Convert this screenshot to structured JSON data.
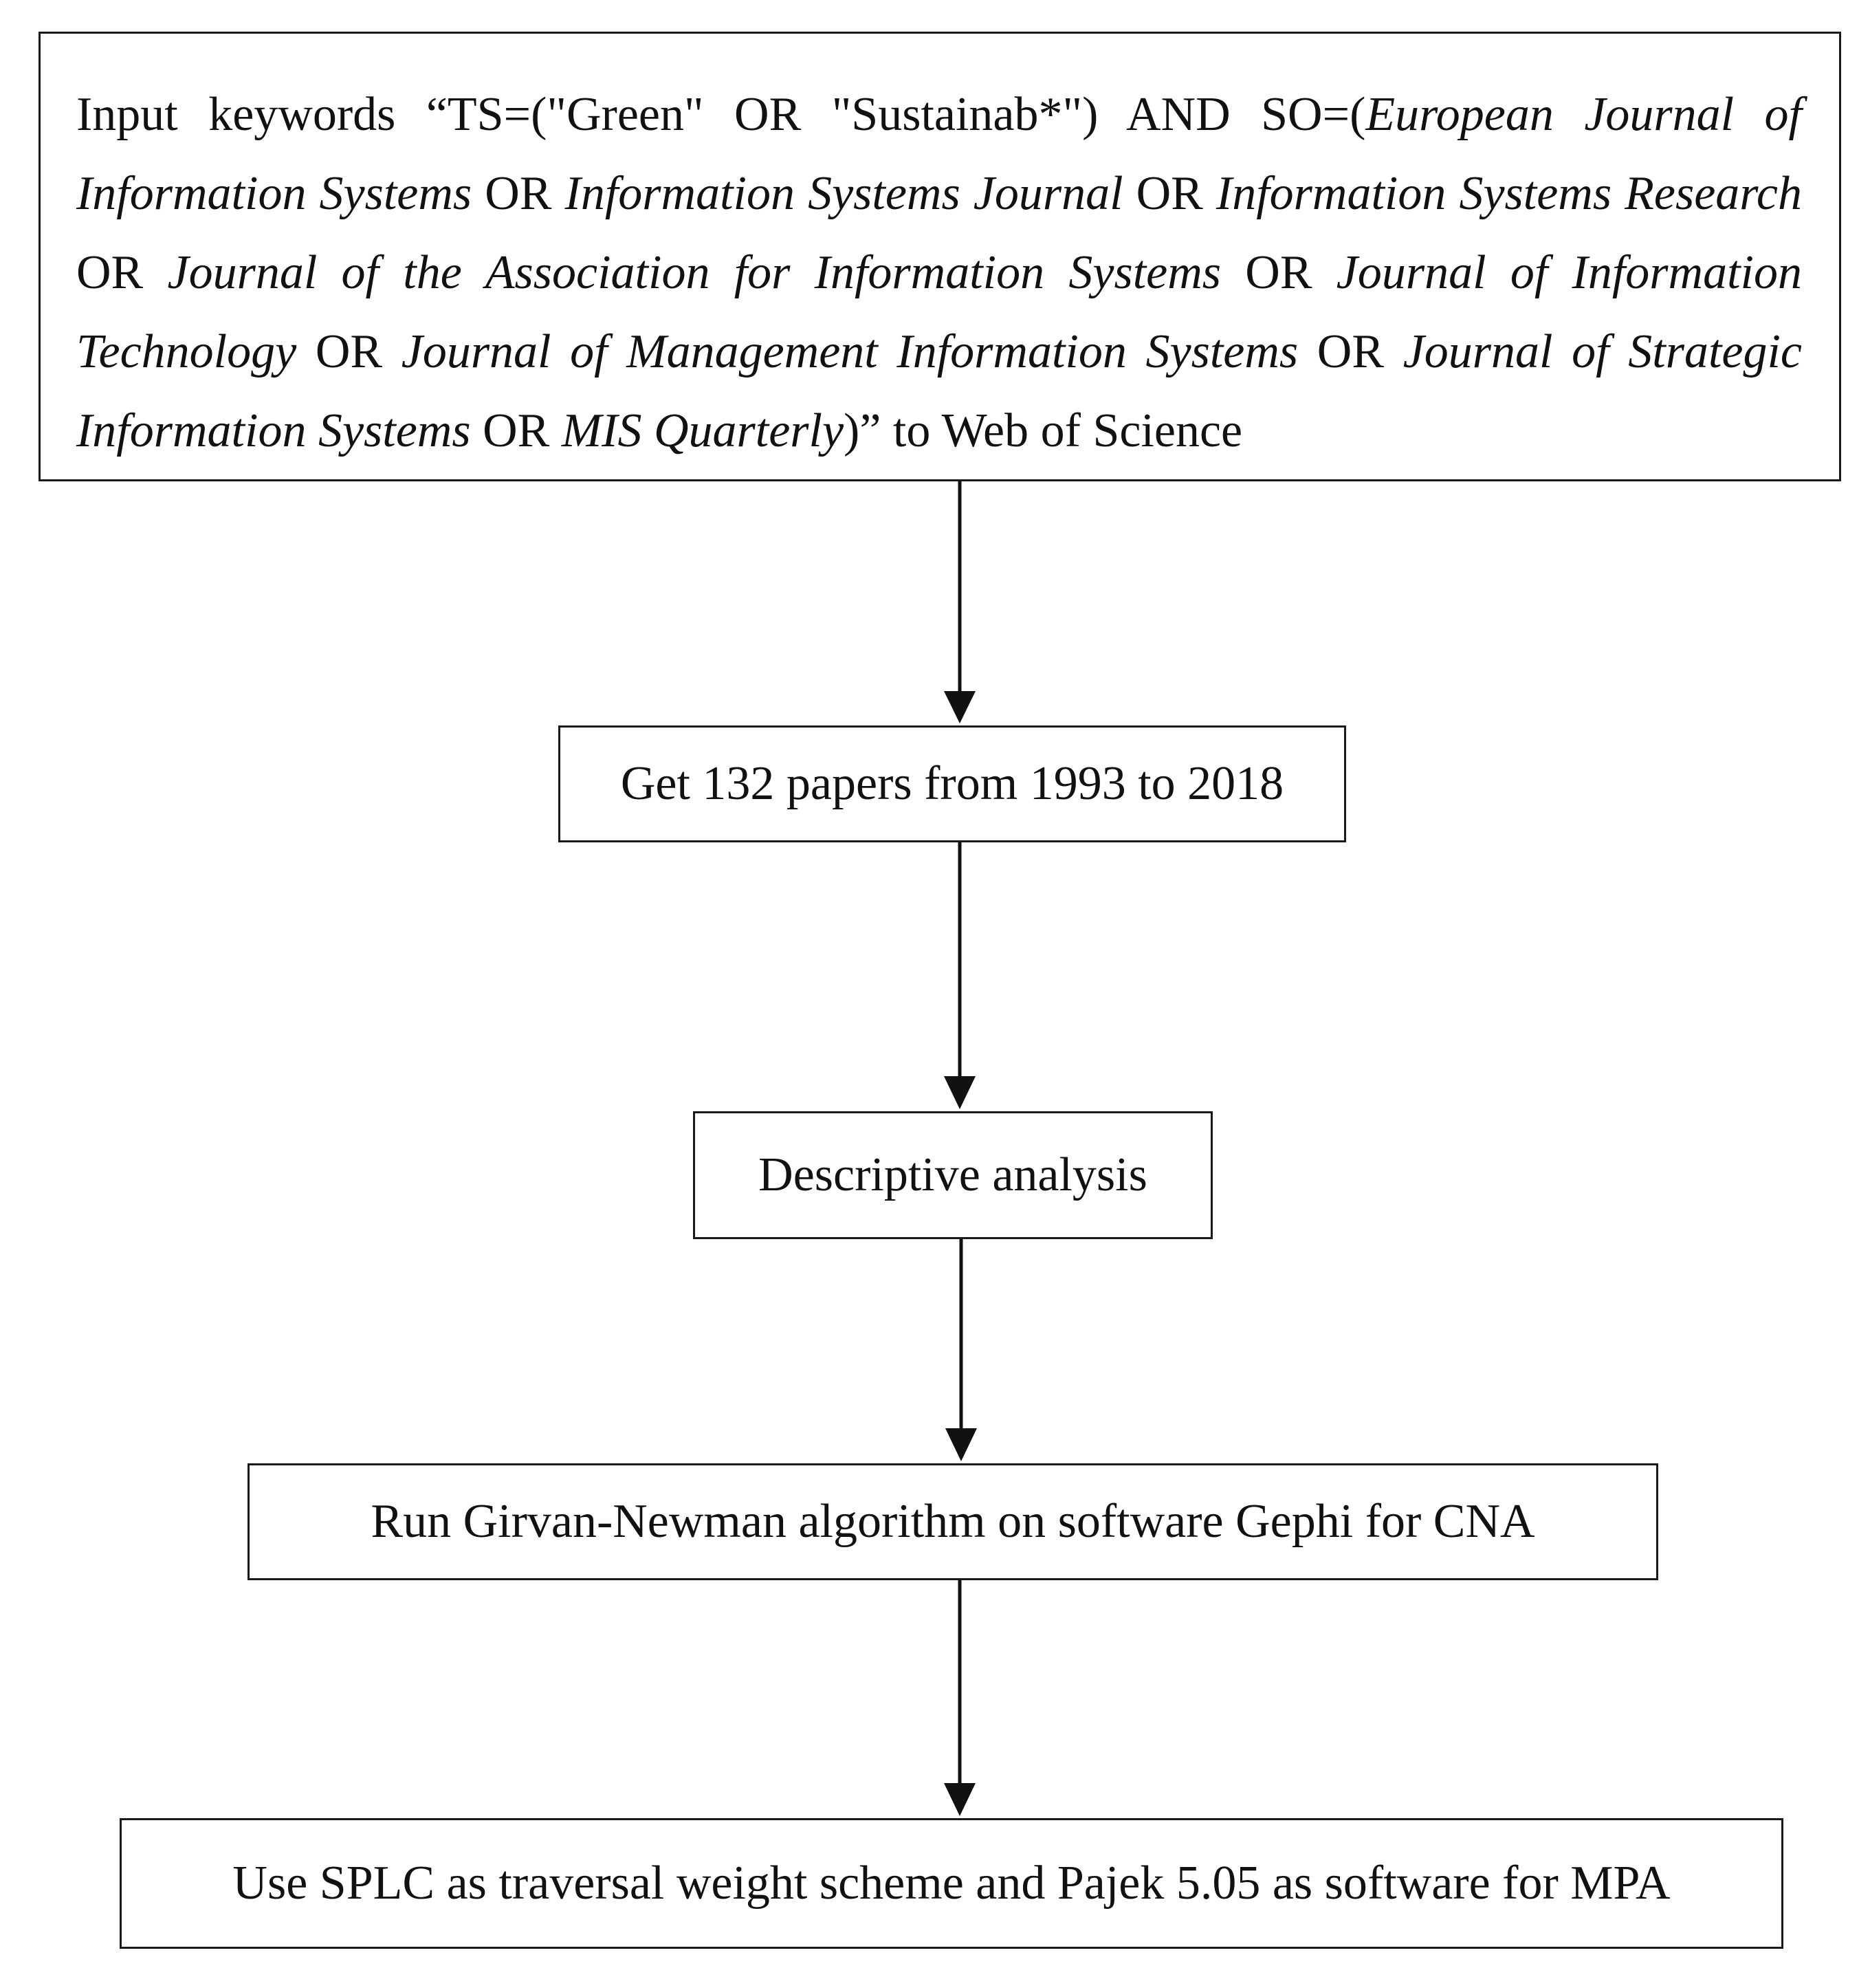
{
  "steps": {
    "search": {
      "parts": [
        {
          "text": "Input keywords “TS=(\"Green\" OR \"Sustainab*\") AND SO=(",
          "italic": false
        },
        {
          "text": "European Journal of Information Systems",
          "italic": true
        },
        {
          "text": " OR ",
          "italic": false
        },
        {
          "text": "Information Systems Journal",
          "italic": true
        },
        {
          "text": " OR ",
          "italic": false
        },
        {
          "text": "Information Systems Research",
          "italic": true
        },
        {
          "text": " OR ",
          "italic": false
        },
        {
          "text": "Journal of the Association for Information Systems",
          "italic": true
        },
        {
          "text": " OR ",
          "italic": false
        },
        {
          "text": "Journal of Information Technology",
          "italic": true
        },
        {
          "text": " OR ",
          "italic": false
        },
        {
          "text": "Journal of Management Information Systems",
          "italic": true
        },
        {
          "text": " OR ",
          "italic": false
        },
        {
          "text": "Journal of Strategic Information Systems",
          "italic": true
        },
        {
          "text": " OR ",
          "italic": false
        },
        {
          "text": "MIS Quarterly",
          "italic": true
        },
        {
          "text": ")” to Web of Science",
          "italic": false
        }
      ]
    },
    "collect": "Get 132 papers from 1993 to 2018",
    "descriptive": "Descriptive analysis",
    "cna": "Run Girvan-Newman algorithm on software Gephi for CNA",
    "mpa": "Use SPLC as traversal weight scheme and Pajek 5.05 as software for MPA"
  }
}
